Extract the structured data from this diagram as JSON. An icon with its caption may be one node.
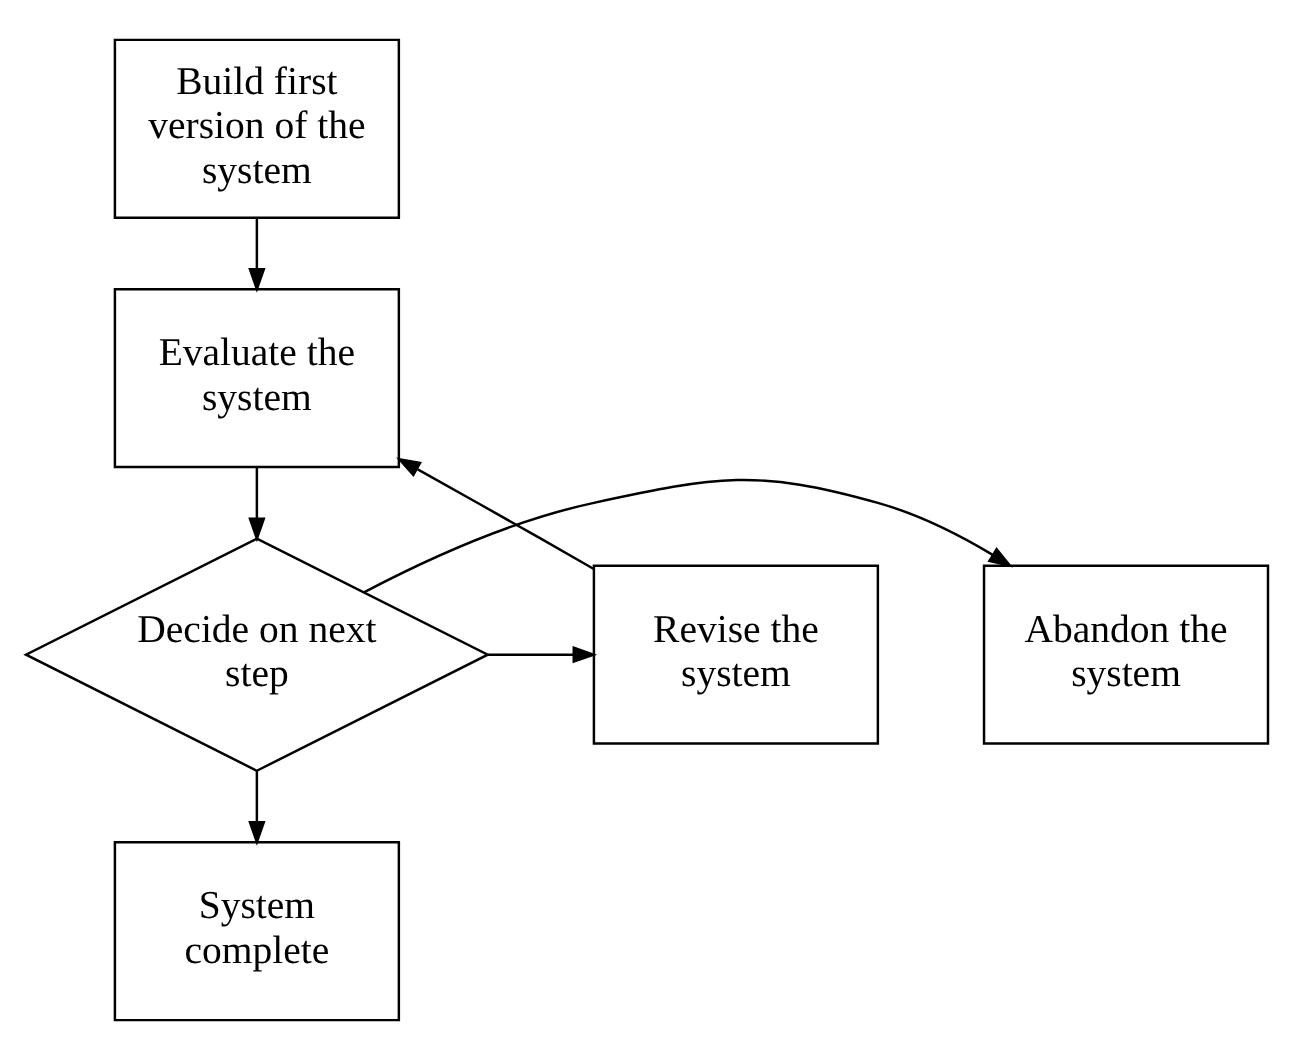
{
  "diagram": {
    "nodes": [
      {
        "text": [
          "Build first version of the system"
        ]
      },
      {
        "text": [
          "Evaluate the system"
        ]
      },
      {
        "text": [
          "Decide on next step"
        ]
      },
      {
        "text": [
          "Abandon the system"
        ]
      },
      {
        "text": [
          "Revise the system"
        ]
      },
      {
        "text": [
          "System complete"
        ]
      }
    ],
    "edges": [
      {
        "from": 0,
        "to": 1,
        "arrow": "to"
      },
      {
        "from": 1,
        "to": 2,
        "arrow": "to"
      },
      {
        "from": 2,
        "to": 3,
        "arrow": "to"
      },
      {
        "from": 2,
        "to": 4,
        "arrow": "to"
      },
      {
        "from": 4,
        "to": 1,
        "arrow": "to"
      },
      {
        "from": 2,
        "to": 5,
        "arrow": "to"
      }
    ]
  }
}
